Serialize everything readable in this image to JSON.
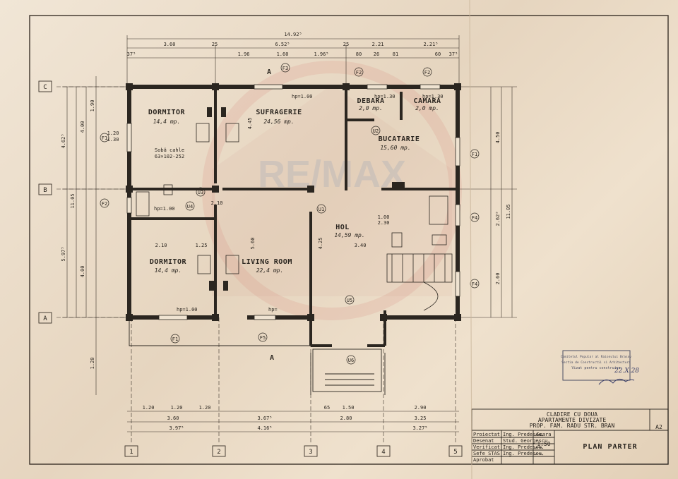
{
  "rooms": {
    "dormitor1": {
      "name": "DORMITOR",
      "area": "14,4 mp."
    },
    "sufragerie": {
      "name": "SUFRAGERIE",
      "area": "24,56 mp."
    },
    "debara": {
      "name": "DEBARA",
      "area": "2,0 mp."
    },
    "camara": {
      "name": "CAMARA",
      "area": "2,0 mp."
    },
    "bucatarie": {
      "name": "BUCATARIE",
      "area": "15,60 mp."
    },
    "hol": {
      "name": "HOL",
      "area": "14,59 mp."
    },
    "dormitor2": {
      "name": "DORMITOR",
      "area": "14,4 mp."
    },
    "living": {
      "name": "LIVING ROOM",
      "area": "22,4 mp."
    }
  },
  "notes": {
    "soba1": "Sobă cahle",
    "soba2": "63×102-252"
  },
  "top_dims": {
    "total": "14.92⁵",
    "row2": [
      "3.60",
      "25",
      "1.96",
      "1.60",
      "1.96⁵",
      "25",
      "2.21",
      "2.21⁵"
    ],
    "row3": [
      "37⁵",
      "6.52⁵",
      "80",
      "26",
      "81",
      "60",
      "37⁵"
    ]
  },
  "bottom_dims": {
    "row1": [
      "1.20",
      "1.20",
      "1.20",
      "65",
      "1.50",
      "2.90"
    ],
    "row2": [
      "3.60",
      "3.67⁵",
      "2.80",
      "3.25"
    ],
    "row3": [
      "3.97⁵",
      "4.16⁵",
      "3.27⁵"
    ]
  },
  "side_dims": {
    "left": [
      "4.62⁵",
      "11.05",
      "5.97⁵",
      "4.00",
      "4.00",
      "1.90",
      "1.20"
    ],
    "right": [
      "4.50",
      "11.05",
      "2.62⁵",
      "2.60"
    ]
  },
  "axes": {
    "rows": [
      "C",
      "B",
      "A"
    ],
    "cols": [
      "1",
      "2",
      "3",
      "4",
      "5"
    ]
  },
  "openings": [
    "F1",
    "F2",
    "F3",
    "F4",
    "F5",
    "U1",
    "U2",
    "U3",
    "U4",
    "U5",
    "U6"
  ],
  "hp_labels": [
    "hp=1.00",
    "hp=1.30",
    "hp=1.30",
    "hp=1.00",
    "hp=1.00",
    "hp="
  ],
  "misc_dims": [
    "1.20",
    "1.30",
    "1.00",
    "2.10",
    "2.30",
    "3.40",
    "2.10",
    "1.25",
    "4.45",
    "5.60",
    "4.25"
  ],
  "stamp": {
    "line1": "Comitetul Popular al Raionului Brasov",
    "line2": "Sectia de Constructii si Arhitectura",
    "line3": "Vizat pentru construire",
    "handwritten": "22.X.28"
  },
  "title_block": {
    "project_title1": "CLADIRE CU DOUA",
    "project_title2": "APARTAMENTE DIVIZATE",
    "project_title3": "PROP. FAM. RADU  STR. BRAN",
    "sheet": "A2",
    "drawing_title": "PLAN PARTER",
    "scale_label": "Scara",
    "scale": "1:50",
    "rows": [
      {
        "role": "Proiectat",
        "name": "Ing. Predescu"
      },
      {
        "role": "Desenat",
        "name": "Stud. Georgescu"
      },
      {
        "role": "Verificat",
        "name": "Ing. Predescu"
      },
      {
        "role": "Sefe STAS",
        "name": "Ing. Predescu"
      },
      {
        "role": "Aprobat",
        "name": ""
      }
    ]
  },
  "watermark": "RE/MAX",
  "section_marker": "A"
}
